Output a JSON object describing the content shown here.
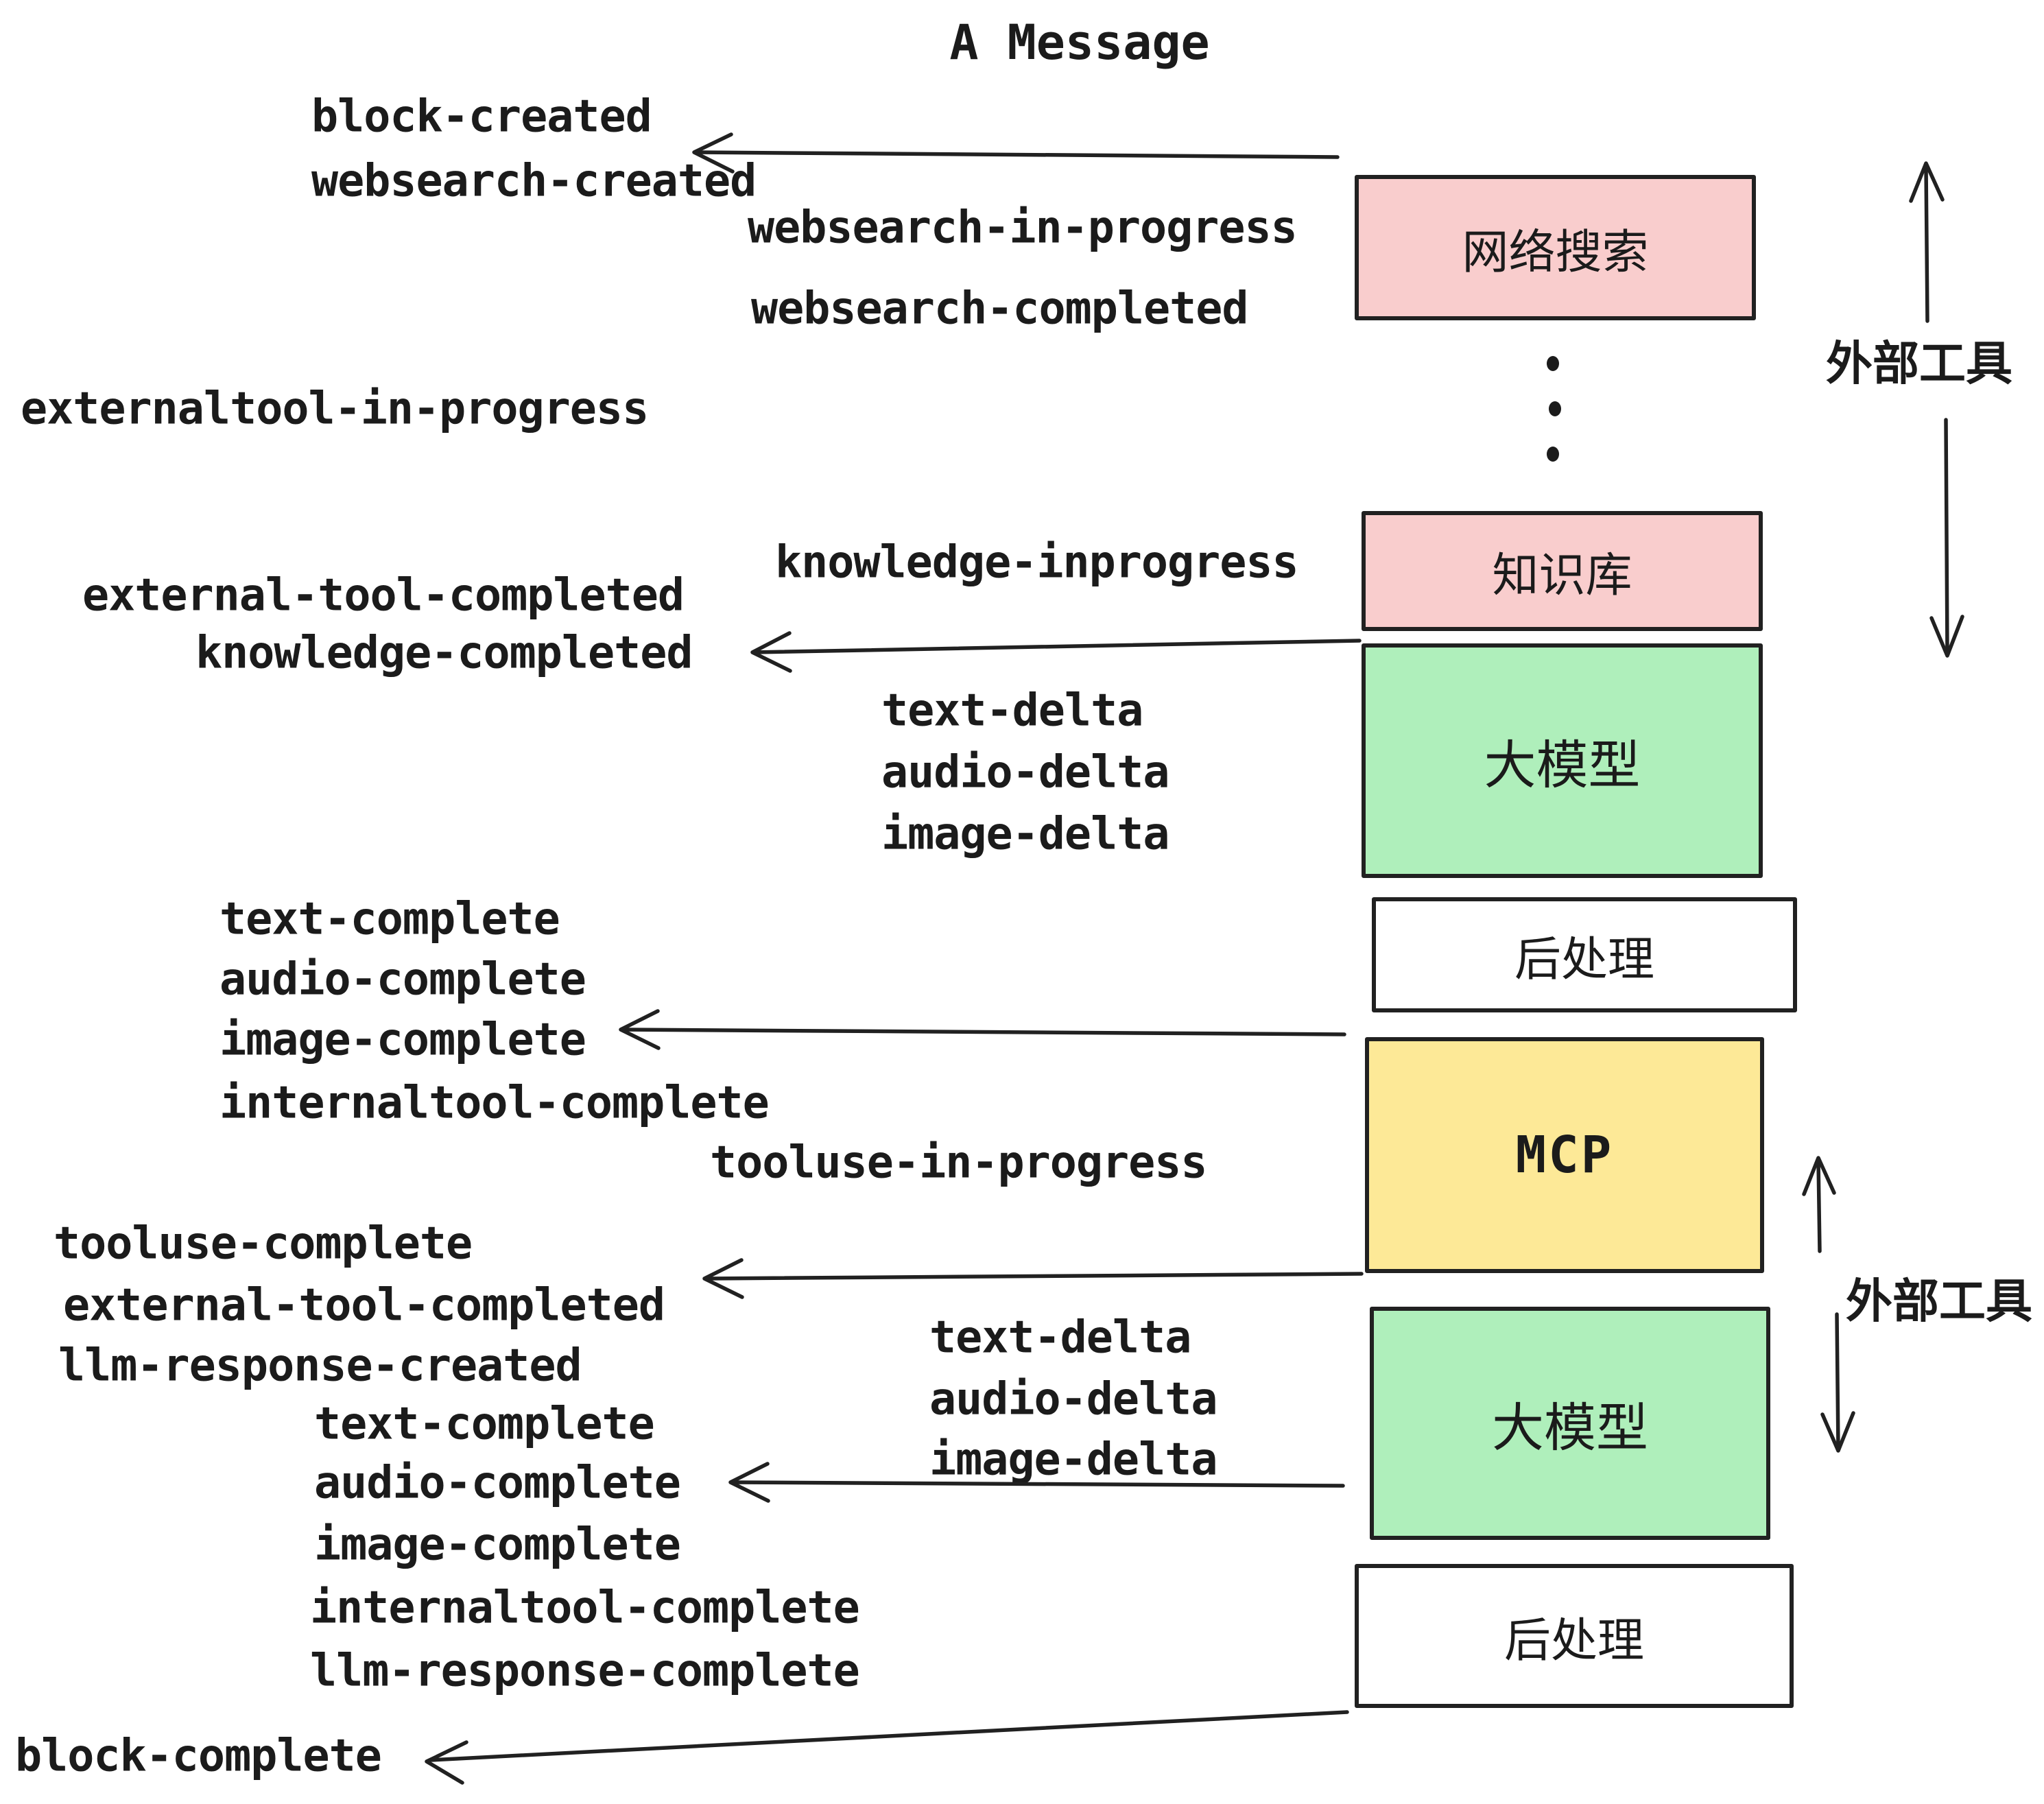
{
  "title": "A Message",
  "boxes": {
    "websearch": {
      "label": "网络搜索",
      "color": "#F9CDCD"
    },
    "knowledge": {
      "label": "知识库",
      "color": "#F9CDCD"
    },
    "llm1": {
      "label": "大模型",
      "color": "#AFEFBB"
    },
    "post1": {
      "label": "后处理",
      "color": "#FFFFFF"
    },
    "mcp": {
      "label": "MCP",
      "color": "#FDE997"
    },
    "llm2": {
      "label": "大模型",
      "color": "#AFEFBB"
    },
    "post2": {
      "label": "后处理",
      "color": "#FFFFFF"
    }
  },
  "side_labels": {
    "external_tool_top": "外部工具",
    "external_tool_mcp": "外部工具"
  },
  "events": {
    "block_created": "block-created",
    "websearch_created": "websearch-created",
    "websearch_in_progress": "websearch-in-progress",
    "websearch_completed": "websearch-completed",
    "externaltool_in_progress": "externaltool-in-progress",
    "knowledge_inprogress": "knowledge-inprogress",
    "external_tool_completed": "external-tool-completed",
    "knowledge_completed": "knowledge-completed",
    "text_delta_1": "text-delta",
    "audio_delta_1": "audio-delta",
    "image_delta_1": "image-delta",
    "text_complete_1": "text-complete",
    "audio_complete_1": "audio-complete",
    "image_complete_1": "image-complete",
    "internaltool_complete_1": "internaltool-complete",
    "tooluse_in_progress": "tooluse-in-progress",
    "tooluse_complete": "tooluse-complete",
    "external_tool_completed_2": "external-tool-completed",
    "llm_response_created": "llm-response-created",
    "text_delta_2": "text-delta",
    "audio_delta_2": "audio-delta",
    "image_delta_2": "image-delta",
    "text_complete_2": "text-complete",
    "audio_complete_2": "audio-complete",
    "image_complete_2": "image-complete",
    "internaltool_complete_2": "internaltool-complete",
    "llm_response_complete": "llm-response-complete",
    "block_complete": "block-complete"
  },
  "colors": {
    "background": "#FFFFFF",
    "line": "#212121",
    "text": "#1B1B1B",
    "pink": "#F9CDCD",
    "green": "#AFEFBB",
    "yellow": "#FDE997"
  }
}
